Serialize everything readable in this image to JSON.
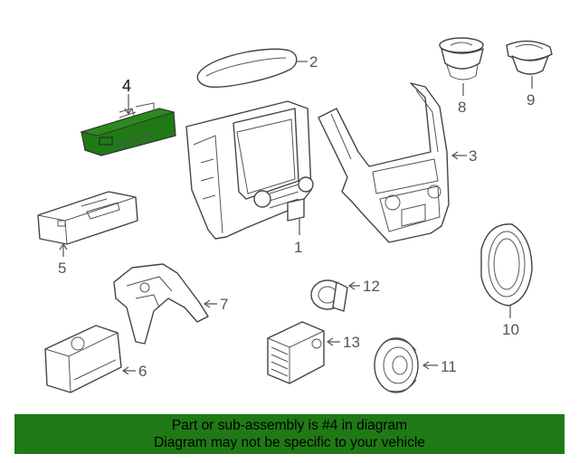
{
  "diagram": {
    "callouts": [
      {
        "id": "1",
        "label": "1"
      },
      {
        "id": "2",
        "label": "2"
      },
      {
        "id": "3",
        "label": "3"
      },
      {
        "id": "4",
        "label": "4"
      },
      {
        "id": "5",
        "label": "5"
      },
      {
        "id": "6",
        "label": "6"
      },
      {
        "id": "7",
        "label": "7"
      },
      {
        "id": "8",
        "label": "8"
      },
      {
        "id": "9",
        "label": "9"
      },
      {
        "id": "10",
        "label": "10"
      },
      {
        "id": "11",
        "label": "11"
      },
      {
        "id": "12",
        "label": "12"
      },
      {
        "id": "13",
        "label": "13"
      }
    ],
    "highlighted_part": "4",
    "highlight_color": "#1f7a16"
  },
  "banner": {
    "line1": "Part or sub-assembly is #4 in diagram",
    "line2": "Diagram may not be specific to your vehicle",
    "color": "#1f7a16"
  }
}
